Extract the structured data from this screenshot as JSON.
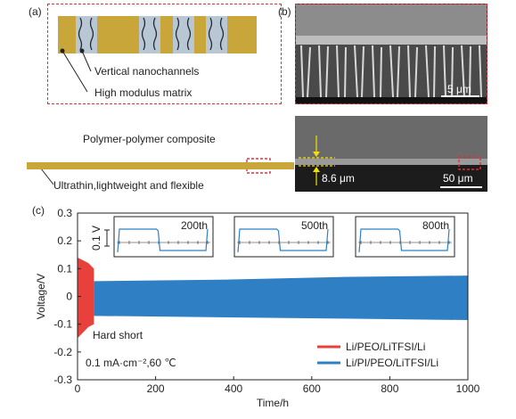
{
  "panel_a": {
    "letter": "(a)",
    "vertical_label": "Vertical nanochannels",
    "matrix_label": "High modulus matrix",
    "composite_title": "Polymer-polymer composite",
    "film_label": "Ultrathin,lightweight and flexible"
  },
  "panel_b": {
    "letter": "(b)",
    "scale_top": "5 μm",
    "thickness": "8.6 μm",
    "scale_bottom": "50 μm"
  },
  "colors": {
    "matrix_gold": "#c9a63a",
    "channel_blue": "#b8c7d3",
    "dashed_red": "#e0303a",
    "series_red": "#e8413c",
    "series_blue": "#2f7fc4",
    "inset_line": "#2f7fc4",
    "yellow_marker": "#f5e000"
  },
  "chart_data": {
    "panel_letter": "(c)",
    "type": "line",
    "xlabel": "Time/h",
    "ylabel": "Voltage/V",
    "xlim": [
      0,
      1000
    ],
    "ylim": [
      -0.3,
      0.3
    ],
    "xticks": [
      "0",
      "200",
      "400",
      "600",
      "800",
      "1000"
    ],
    "yticks": [
      "0.3",
      "0.2",
      "0.1",
      "0",
      "-0.1",
      "-0.2",
      "-0.3"
    ],
    "series": [
      {
        "name": "Li/PEO/LiTFSI/Li",
        "x_range": [
          0,
          42
        ],
        "envelope_upper": [
          0.14,
          0.13,
          0.12,
          0.1
        ],
        "envelope_lower": [
          -0.15,
          -0.13,
          -0.11,
          -0.1
        ]
      },
      {
        "name": "Li/PI/PEO/LiTFSI/Li",
        "x_range": [
          42,
          1000
        ],
        "envelope_upper": [
          0.055,
          0.06,
          0.07,
          0.075
        ],
        "envelope_lower": [
          -0.07,
          -0.075,
          -0.08,
          -0.085
        ]
      }
    ],
    "annotations": {
      "hard_short": "Hard short",
      "condition": "0.1 mA·cm⁻²,60 ℃"
    },
    "insets": [
      {
        "label": "200th"
      },
      {
        "label": "500th"
      },
      {
        "label": "800th"
      }
    ],
    "inset_scale": "0.1 V",
    "legend": "bottom-right"
  }
}
